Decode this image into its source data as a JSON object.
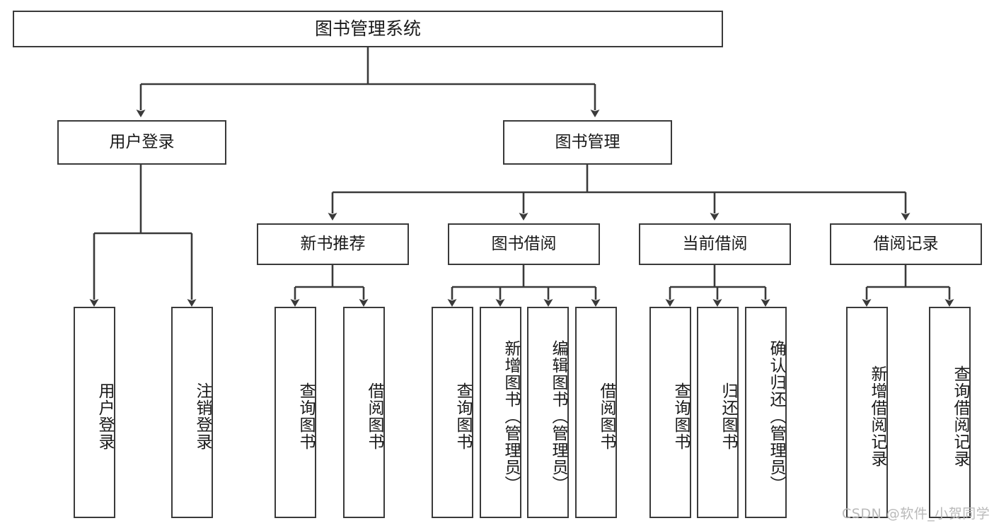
{
  "diagram": {
    "title": "图书管理系统",
    "watermark": "CSDN @软件_小贺同学",
    "stroke_color": "#3a3a3a",
    "background_color": "#ffffff",
    "text_color": "#1a1a1a",
    "watermark_color": "#b9b9b9"
  },
  "root": {
    "label": "图书管理系统"
  },
  "level2": [
    {
      "label": "用户登录"
    },
    {
      "label": "图书管理"
    }
  ],
  "level3": [
    {
      "label": "新书推荐"
    },
    {
      "label": "图书借阅"
    },
    {
      "label": "当前借阅"
    },
    {
      "label": "借阅记录"
    }
  ],
  "leaves": {
    "user_login": [
      {
        "label": "用户登录"
      },
      {
        "label": "注销登录"
      }
    ],
    "new_book_recommend": [
      {
        "label": "查询图书"
      },
      {
        "label": "借阅图书"
      }
    ],
    "book_borrow": [
      {
        "label": "查询图书"
      },
      {
        "label": "新增图书（管理员）"
      },
      {
        "label": "编辑图书（管理员）"
      },
      {
        "label": "借阅图书"
      }
    ],
    "current_borrow": [
      {
        "label": "查询图书"
      },
      {
        "label": "归还图书"
      },
      {
        "label": "确认归还（管理员）"
      }
    ],
    "borrow_record": [
      {
        "label": "新增借阅记录"
      },
      {
        "label": "查询借阅记录"
      }
    ]
  }
}
